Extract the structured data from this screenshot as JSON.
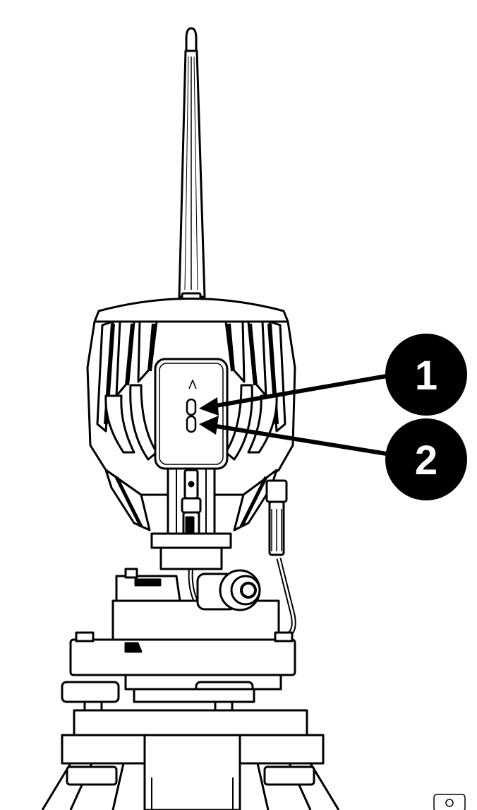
{
  "diagram": {
    "callouts": [
      {
        "id": "1",
        "label": "1"
      },
      {
        "id": "2",
        "label": "2"
      }
    ],
    "colors": {
      "stroke": "#000000",
      "fill": "#ffffff",
      "callout": "#000000",
      "callout_text": "#ffffff"
    },
    "corner_icon": "device-outline-icon"
  }
}
